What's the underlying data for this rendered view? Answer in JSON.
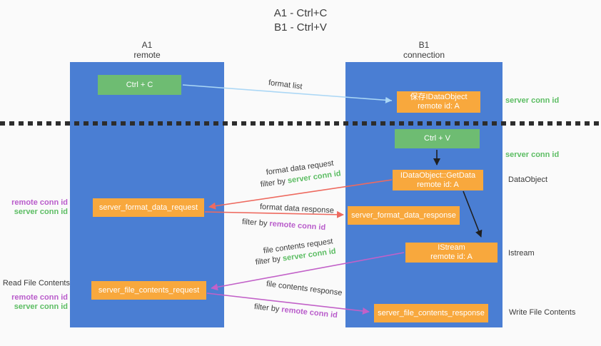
{
  "title": {
    "line1": "A1 - Ctrl+C",
    "line2": "B1 - Ctrl+V"
  },
  "lifelines": {
    "a1": {
      "id": "A1",
      "role": "remote"
    },
    "b1": {
      "id": "B1",
      "role": "connection"
    }
  },
  "nodes": {
    "ctrl_c": {
      "label": "Ctrl + C"
    },
    "save_dataobject": {
      "line1": "保存IDataObject",
      "line2": "remote id: A"
    },
    "ctrl_v": {
      "label": "Ctrl + V"
    },
    "getdata": {
      "line1": "IDataObject::GetData",
      "line2": "remote id: A"
    },
    "format_request": {
      "label": "server_format_data_request"
    },
    "format_response": {
      "label": "server_format_data_response"
    },
    "istream": {
      "line1": "IStream",
      "line2": "remote id: A"
    },
    "file_request": {
      "label": "server_file_contents_request"
    },
    "file_response": {
      "label": "server_file_contents_response"
    }
  },
  "annotations": {
    "server_conn_id_top": "server conn id",
    "server_conn_id_mid": "server conn id",
    "dataobject": "DataObject",
    "istream": "Istream",
    "write_file_contents": "Write File Contents",
    "read_file_contents": "Read File Contents",
    "remote_conn_id_1": "remote conn id",
    "server_conn_id_1": "server conn id",
    "remote_conn_id_2": "remote conn id",
    "server_conn_id_2": "server conn id"
  },
  "flows": {
    "format_list": {
      "label": "format list"
    },
    "format_data_request": {
      "label": "format data request",
      "filter_prefix": "filter by ",
      "filter_key": "server conn id"
    },
    "format_data_response": {
      "label": "format data response",
      "filter_prefix": "filter by ",
      "filter_key": "remote conn id"
    },
    "file_contents_request": {
      "label": "file contents request",
      "filter_prefix": "filter by ",
      "filter_key": "server conn id"
    },
    "file_contents_response": {
      "label": "file contents response",
      "filter_prefix": "filter by ",
      "filter_key": "remote conn id"
    }
  },
  "colors": {
    "lifeline_blue": "#4a7ed3",
    "action_green": "#6ebc72",
    "message_orange": "#f8a83d",
    "server_conn_green": "#5cbd63",
    "remote_conn_purple": "#b95ccb",
    "format_arrow_red": "#ee6a5f",
    "file_arrow_magenta": "#c261c8",
    "format_list_blue": "#abd7f5"
  }
}
